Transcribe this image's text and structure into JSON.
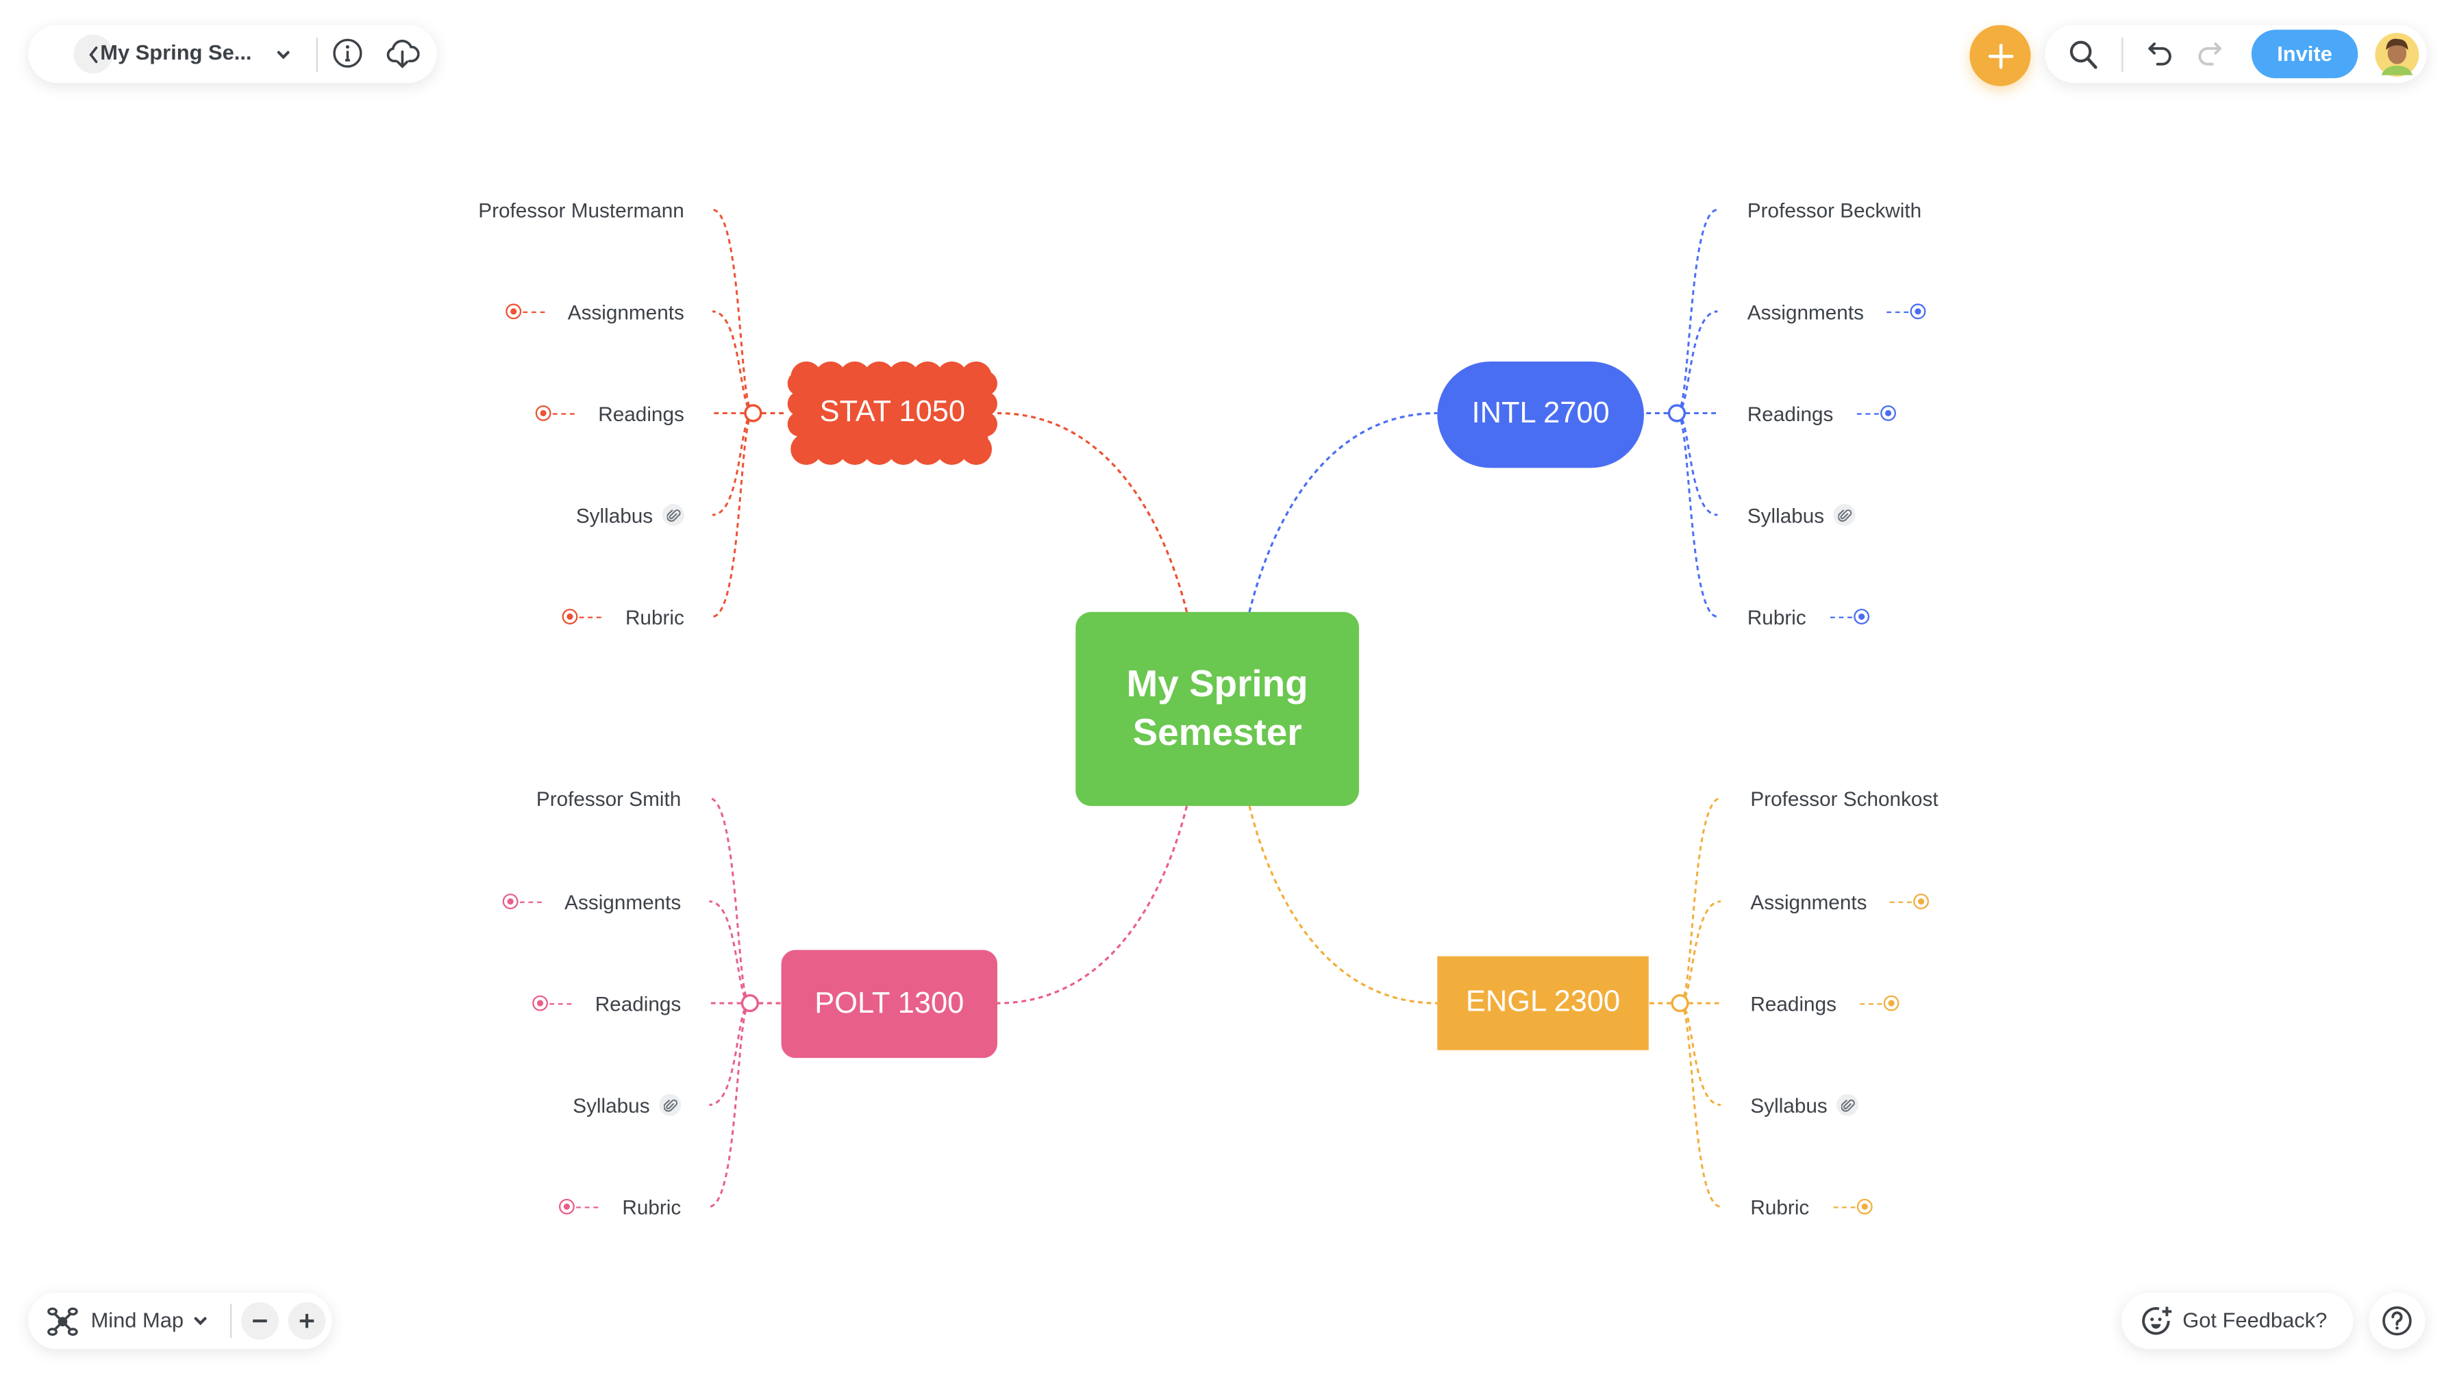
{
  "toolbar_left": {
    "title": "My Spring Se...",
    "icons": [
      "chevron-left-icon",
      "chevron-down-icon",
      "info-icon",
      "cloud-download-icon"
    ]
  },
  "toolbar_right": {
    "invite_label": "Invite",
    "icons": [
      "plus-icon",
      "search-icon",
      "undo-icon",
      "redo-icon",
      "avatar"
    ]
  },
  "bottom_left": {
    "view_label": "Mind Map",
    "icons": [
      "mind-map-icon",
      "chevron-down-icon",
      "zoom-out-icon",
      "zoom-in-icon"
    ]
  },
  "bottom_right": {
    "feedback_label": "Got Feedback?",
    "icons": [
      "feedback-smiley-icon",
      "help-icon"
    ]
  },
  "colors": {
    "root": "#6AC74F",
    "stat": "#EC5233",
    "intl": "#4A6EF2",
    "polt": "#E8608A",
    "engl": "#F2AE3C",
    "invite": "#4BA8F8",
    "fab": "#F3AE3D"
  },
  "mindmap": {
    "root": {
      "title": "My Spring Semester"
    },
    "branches": [
      {
        "title": "STAT 1050",
        "color": "#EC5233",
        "side": "left",
        "shape": "cloud",
        "children": [
          {
            "label": "Professor Mustermann",
            "icon": null
          },
          {
            "label": "Assignments",
            "icon": "target"
          },
          {
            "label": "Readings",
            "icon": "target"
          },
          {
            "label": "Syllabus",
            "icon": "attachment"
          },
          {
            "label": "Rubric",
            "icon": "target"
          }
        ]
      },
      {
        "title": "INTL 2700",
        "color": "#4A6EF2",
        "side": "right",
        "shape": "pill",
        "children": [
          {
            "label": "Professor Beckwith",
            "icon": null
          },
          {
            "label": "Assignments",
            "icon": "target"
          },
          {
            "label": "Readings",
            "icon": "target"
          },
          {
            "label": "Syllabus",
            "icon": "attachment"
          },
          {
            "label": "Rubric",
            "icon": "target"
          }
        ]
      },
      {
        "title": "POLT 1300",
        "color": "#E8608A",
        "side": "left",
        "shape": "rounded",
        "children": [
          {
            "label": "Professor Smith",
            "icon": null
          },
          {
            "label": "Assignments",
            "icon": "target"
          },
          {
            "label": "Readings",
            "icon": "target"
          },
          {
            "label": "Syllabus",
            "icon": "attachment"
          },
          {
            "label": "Rubric",
            "icon": "target"
          }
        ]
      },
      {
        "title": "ENGL 2300",
        "color": "#F2AE3C",
        "side": "right",
        "shape": "rect",
        "children": [
          {
            "label": "Professor Schonkost",
            "icon": null
          },
          {
            "label": "Assignments",
            "icon": "target"
          },
          {
            "label": "Readings",
            "icon": "target"
          },
          {
            "label": "Syllabus",
            "icon": "attachment"
          },
          {
            "label": "Rubric",
            "icon": "target"
          }
        ]
      }
    ]
  }
}
